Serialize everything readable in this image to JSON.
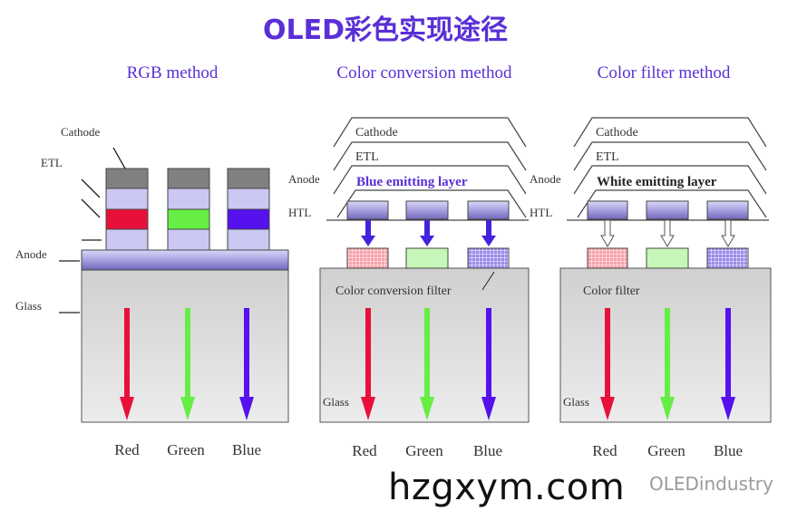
{
  "title": "OLED彩色实现途径",
  "panels": {
    "rgb": {
      "title": "RGB method",
      "labels": {
        "cathode": "Cathode",
        "etl": "ETL",
        "anode": "Anode",
        "glass": "Glass"
      }
    },
    "ccm": {
      "title": "Color conversion method",
      "labels": {
        "cathode": "Cathode",
        "etl": "ETL",
        "anode": "Anode",
        "htl": "HTL",
        "emitting": "Blue emitting layer",
        "filter": "Color conversion filter",
        "glass": "Glass"
      }
    },
    "cf": {
      "title": "Color filter method",
      "labels": {
        "cathode": "Cathode",
        "etl": "ETL",
        "anode": "Anode",
        "htl": "HTL",
        "emitting": "White emitting layer",
        "filter": "Color filter",
        "glass": "Glass"
      }
    }
  },
  "colors": {
    "red": "Red",
    "green": "Green",
    "blue": "Blue"
  },
  "palette": {
    "accent": "#5a2fd6",
    "red": "#e8103a",
    "green": "#66ee44",
    "blue": "#5511ee"
  },
  "watermark": "hzgxym.com",
  "source": "OLEDindustry"
}
